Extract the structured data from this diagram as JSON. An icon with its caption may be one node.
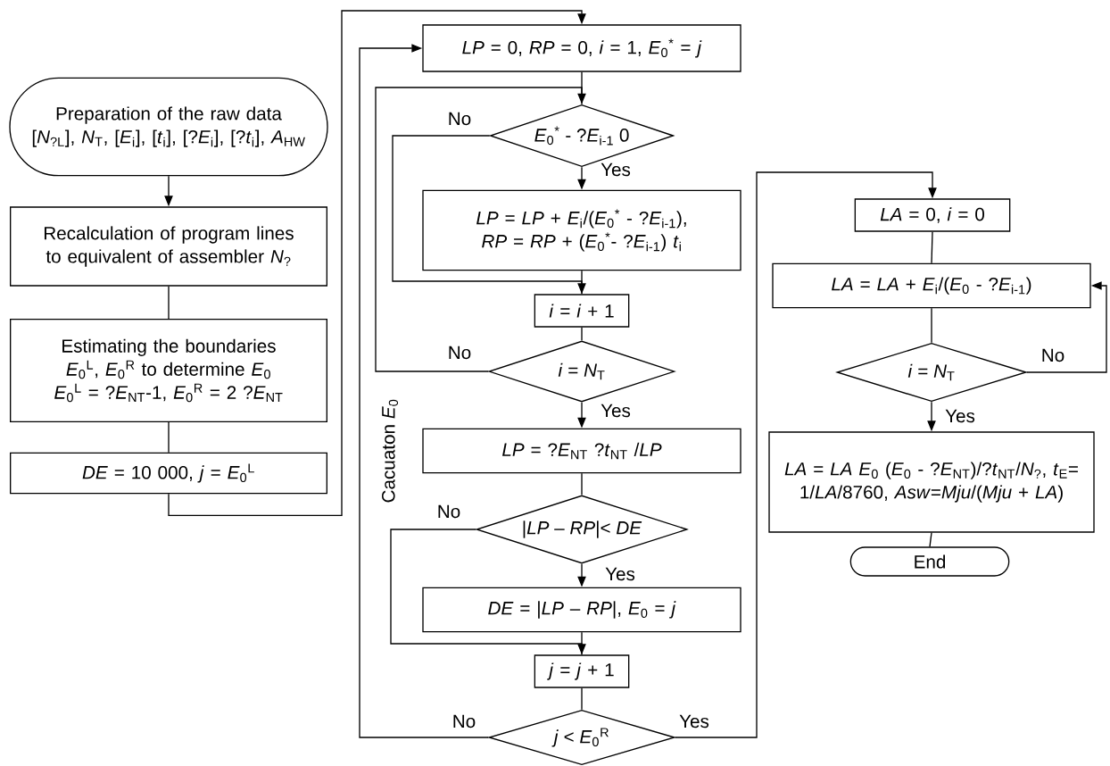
{
  "diagram": {
    "nodes": [
      {
        "text": [
          "Preparation of the raw data [*N*$_{?L}$], *N*$_{T}$, [*E*$_{i}$], [*t*$_{i}$], [?*E*$_{i}$], [?*t*$_{i}$], *A*$_{HW}$"
        ]
      },
      {
        "text": [
          "Recalculation of program lines to equivalent of assembler *N*$_{?}$"
        ]
      },
      {
        "text": [
          "Estimating the boundaries *E*$_{0}$$^{L}$, *E*$_{0}$$^{R}$ to determine *E*$_{0}$ *E*$_{0}$$^{L}$ = ?*E*$_{NT}$-1, *E*$_{0}$$^{R}$ = 2 ?*E*$_{NT}$"
        ]
      },
      {
        "text": [
          "*DE* = 10 000, *j* = *E*$_{0}$$^{L}$"
        ]
      },
      {
        "text": [
          "*LP* = 0, *RP* = 0, *i* = 1, *E*$_{0}$$^{*}$ = *j*"
        ]
      },
      {
        "text": [
          "*E*$_{0}$$^{*}$ - ?*E*$_{i-1}$ 0"
        ]
      },
      {
        "text": [
          "*LP* = *LP* + *E*$_{i}$/(*E*$_{0}$$^{*}$ - ?*E*$_{i-1}$), *RP* = *RP* + (*E*$_{0}$$^{*}$- ?*E*$_{i-1}$) *t*$_{i}$"
        ]
      },
      {
        "text": [
          "*i* = *i* + 1"
        ]
      },
      {
        "text": [
          "*i* = *N*$_{T}$"
        ]
      },
      {
        "text": [
          "*LP* = ?*E*$_{NT}$ ?*t*$_{NT}$ /*LP*"
        ]
      },
      {
        "text": [
          "|*LP* – *RP*|< *DE*"
        ]
      },
      {
        "text": [
          "*DE* = |*LP* – *RP*|, *E*$_{0}$ = *j*"
        ]
      },
      {
        "text": [
          "*j* = *j* + 1"
        ]
      },
      {
        "text": [
          "*j* < *E*$_{0}$$^{R}$"
        ]
      },
      {
        "text": [
          "*LA* = 0, *i* = 0"
        ]
      },
      {
        "text": [
          "*LA* = *LA* + *E*$_{i}$/(*E*$_{0}$ - ?*E*$_{i-1}$)"
        ]
      },
      {
        "text": [
          "*i* = *N*$_{T}$"
        ]
      },
      {
        "text": [
          "*LA* = *LA* *E*$_{0}$ (*E*$_{0}$ - ?*E*$_{NT}$)/?*t*$_{NT}$/*N*$_{?}$, *t*$_{E}$= 1/*LA*/8760, *Asw*=*Mju*/(*Mju* + *LA*)"
        ]
      },
      {
        "text": [
          "End"
        ]
      }
    ],
    "edges": [
      {
        "from": 0,
        "to": 1,
        "arrow": "to"
      },
      {
        "from": 1,
        "to": 2,
        "arrow": "none"
      },
      {
        "from": 2,
        "to": 3,
        "arrow": "none"
      },
      {
        "from": 3,
        "to": 4,
        "arrow": "to"
      },
      {
        "from": 4,
        "to": 5,
        "arrow": "none"
      },
      {
        "from": 5,
        "to": 6,
        "arrow": "to",
        "label": "Yes"
      },
      {
        "from": 5,
        "to": 7,
        "arrow": "to",
        "label": "No"
      },
      {
        "from": 6,
        "to": 7,
        "arrow": "none"
      },
      {
        "from": 7,
        "to": 8,
        "arrow": "none"
      },
      {
        "from": 8,
        "to": 5,
        "arrow": "to",
        "label": "No"
      },
      {
        "from": 8,
        "to": 9,
        "arrow": "to",
        "label": "Yes"
      },
      {
        "from": 9,
        "to": 10,
        "arrow": "none"
      },
      {
        "from": 10,
        "to": 11,
        "arrow": "to",
        "label": "Yes"
      },
      {
        "from": 10,
        "to": 12,
        "arrow": "to",
        "label": "No"
      },
      {
        "from": 11,
        "to": 12,
        "arrow": "none"
      },
      {
        "from": 12,
        "to": 13,
        "arrow": "none"
      },
      {
        "from": 13,
        "to": 4,
        "arrow": "to",
        "label": "No"
      },
      {
        "from": 13,
        "to": 14,
        "arrow": "to",
        "label": "Yes"
      },
      {
        "from": 14,
        "to": 15,
        "arrow": "none"
      },
      {
        "from": 15,
        "to": 16,
        "arrow": "none"
      },
      {
        "from": 16,
        "to": 15,
        "arrow": "to",
        "label": "No"
      },
      {
        "from": 16,
        "to": 17,
        "arrow": "to",
        "label": "Yes"
      },
      {
        "from": 17,
        "to": 18,
        "arrow": "none"
      }
    ],
    "labels": [
      "Cacuaton *E*$_{0}$"
    ]
  }
}
